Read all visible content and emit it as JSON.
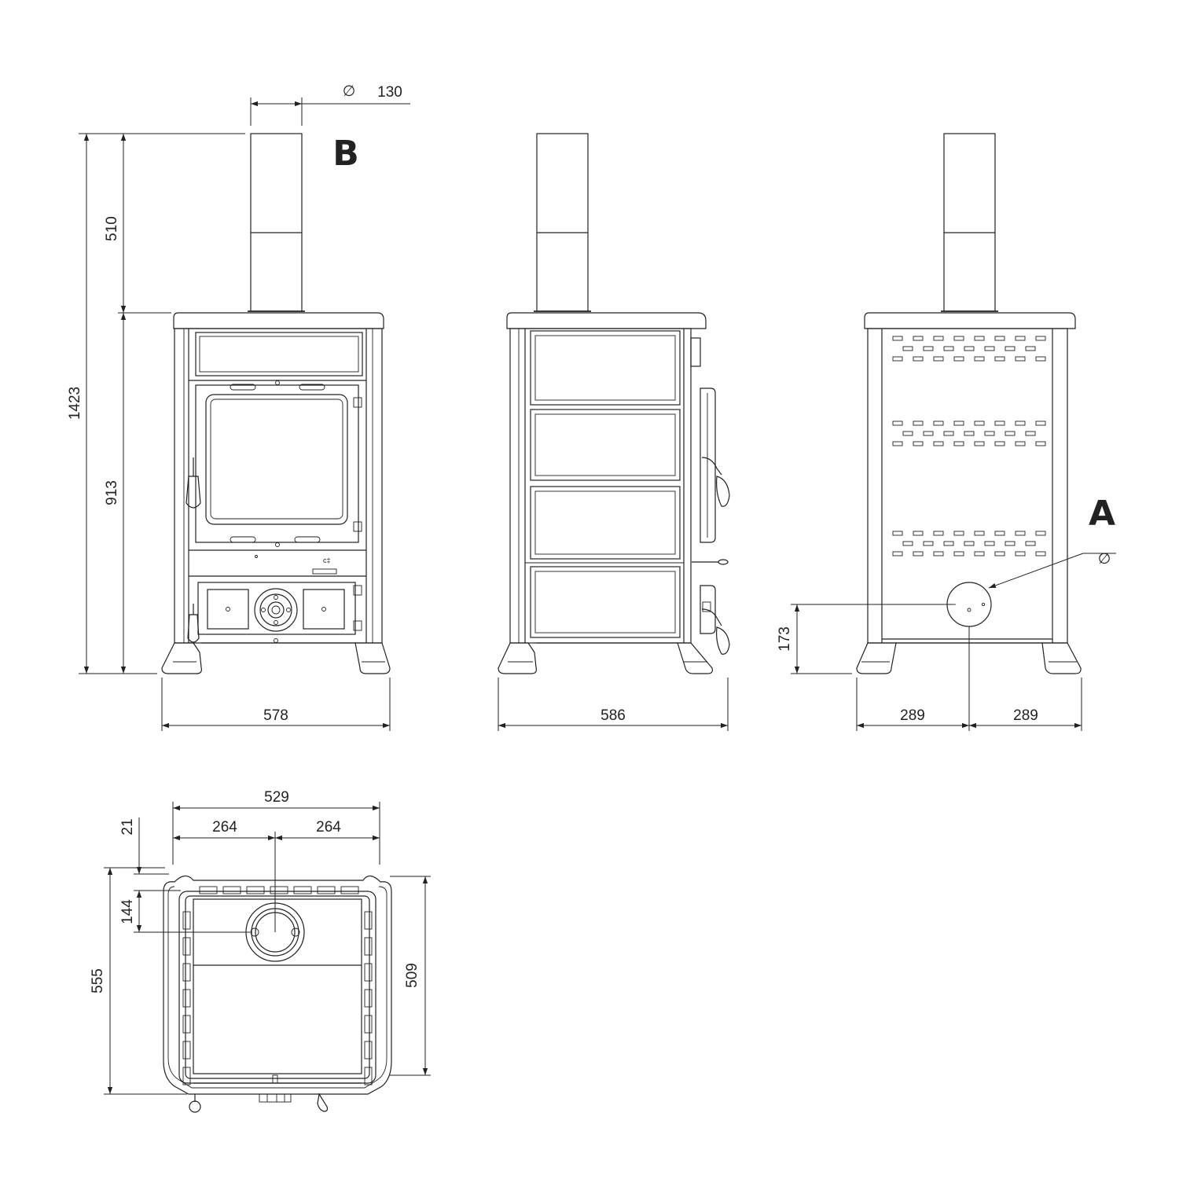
{
  "labels": {
    "view_b": "B",
    "view_a": "A",
    "diameter_symbol": "∅"
  },
  "dimensions": {
    "flue_diameter": "130",
    "total_height": "1423",
    "flue_height": "510",
    "body_height": "913",
    "front_width": "578",
    "side_width": "586",
    "rear_half_left": "289",
    "rear_half_right": "289",
    "rear_outlet_height": "173",
    "top_width": "529",
    "top_half_left": "264",
    "top_half_right": "264",
    "top_offset_21": "21",
    "top_offset_144": "144",
    "top_depth_total": "555",
    "top_depth_body": "509"
  }
}
